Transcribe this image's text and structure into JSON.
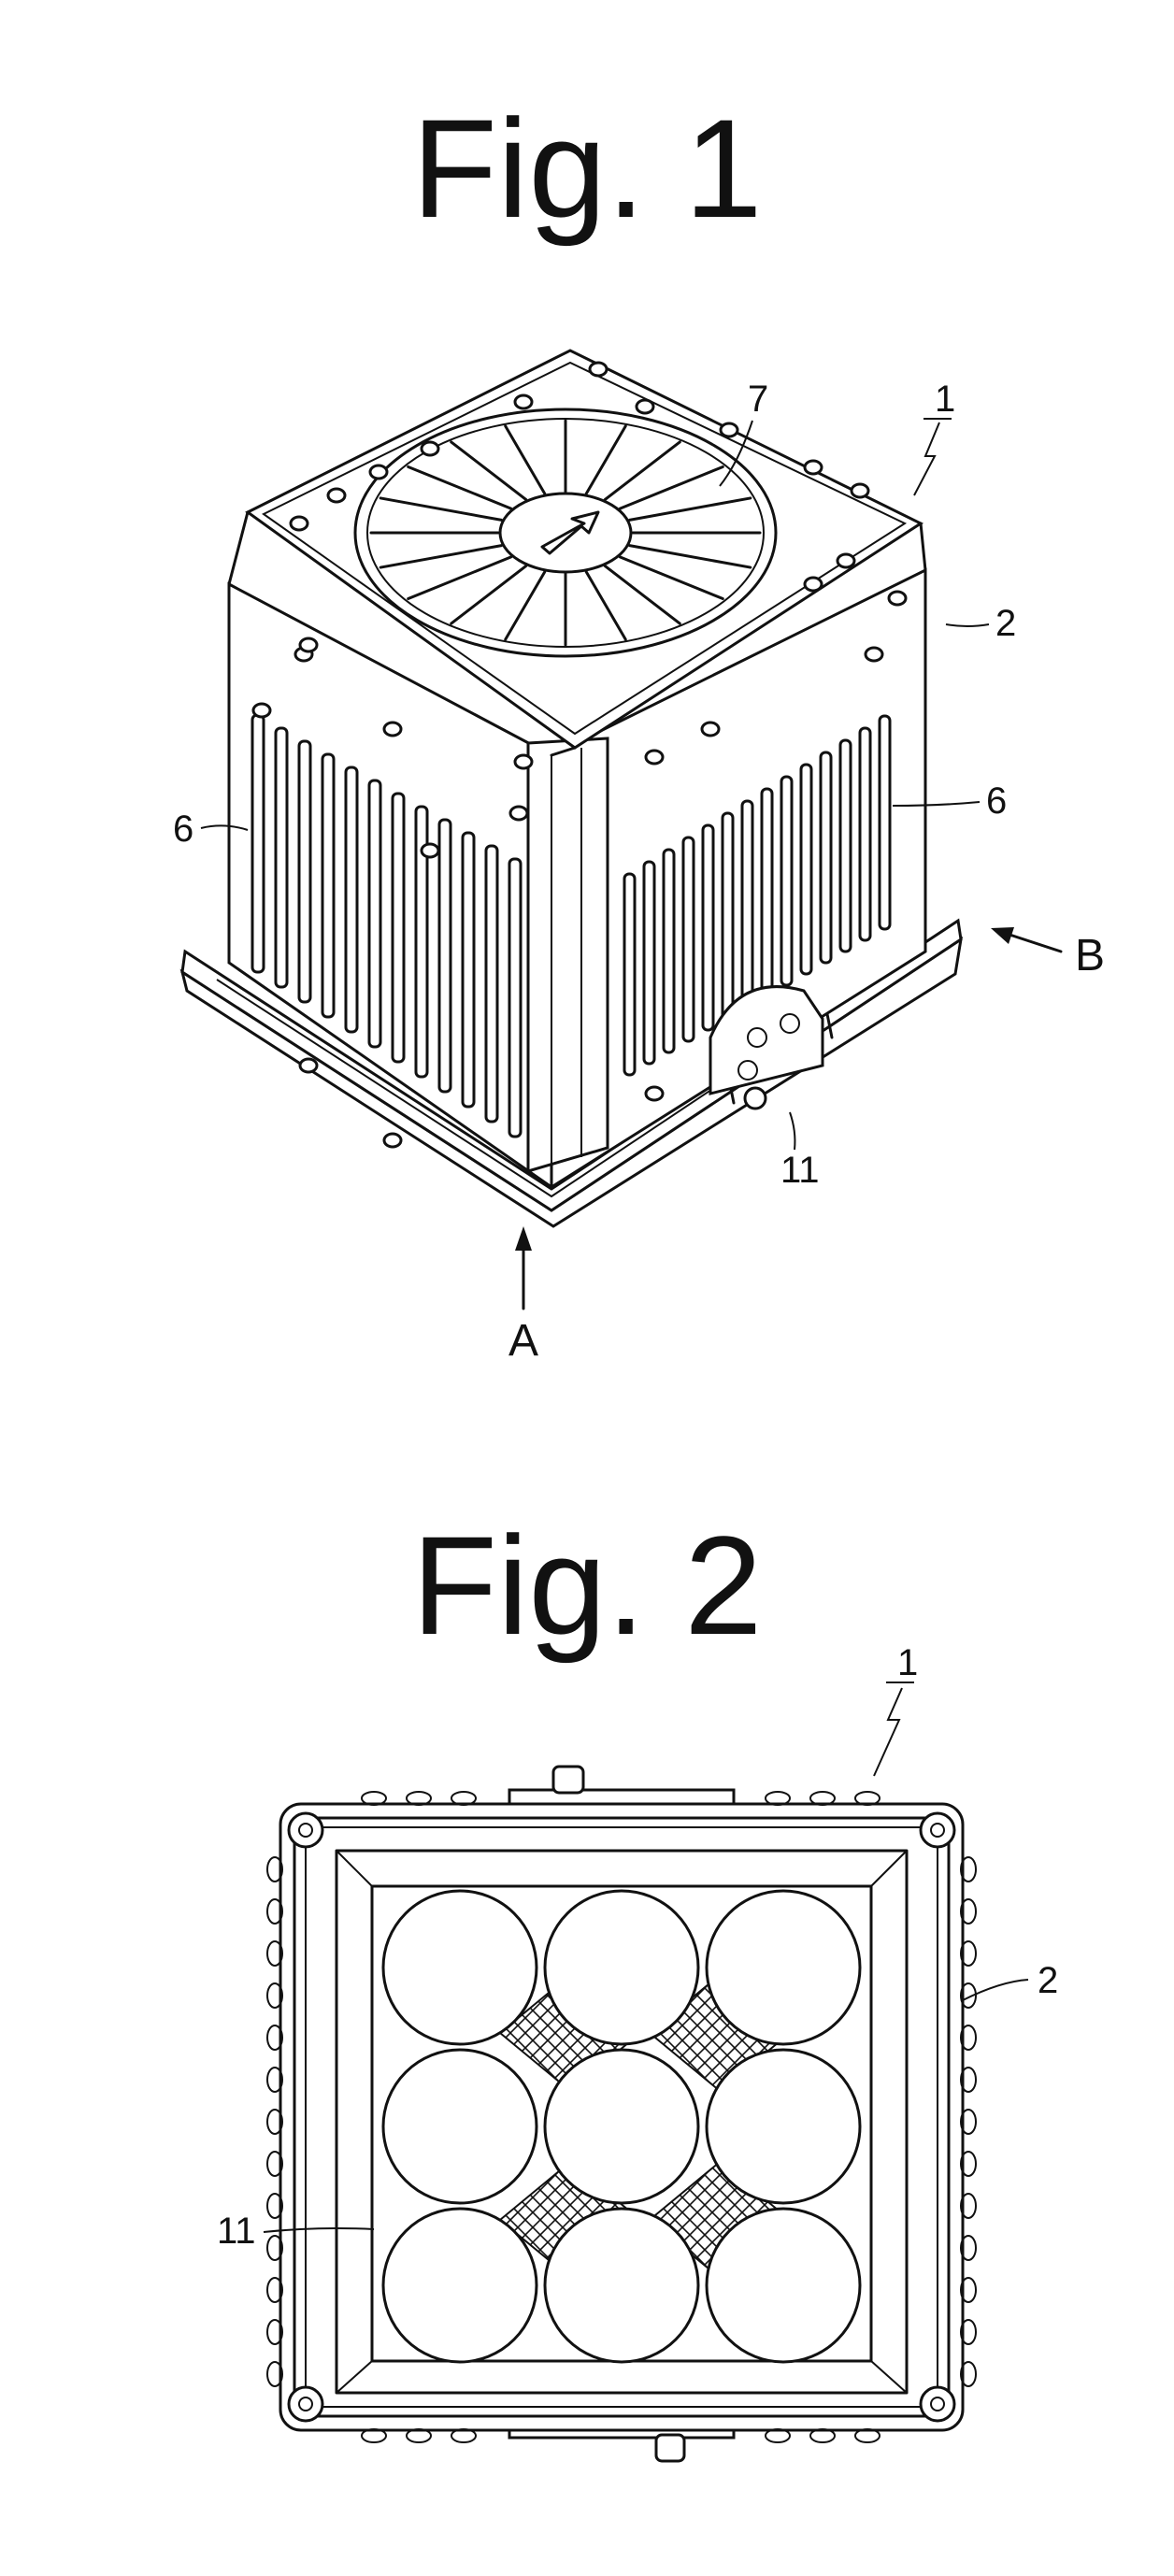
{
  "figures": [
    {
      "title": "Fig. 1",
      "labels": {
        "unit_ref": "1",
        "housing_ref": "2",
        "side_vent_left_ref": "6",
        "side_vent_right_ref": "6",
        "top_vent_ref": "7",
        "base_ref": "11",
        "view_a": "A",
        "view_b": "B"
      }
    },
    {
      "title": "Fig. 2",
      "labels": {
        "unit_ref": "1",
        "housing_ref": "2",
        "base_ref": "11"
      }
    }
  ],
  "colors": {
    "ink": "#111111",
    "paper": "#ffffff"
  }
}
